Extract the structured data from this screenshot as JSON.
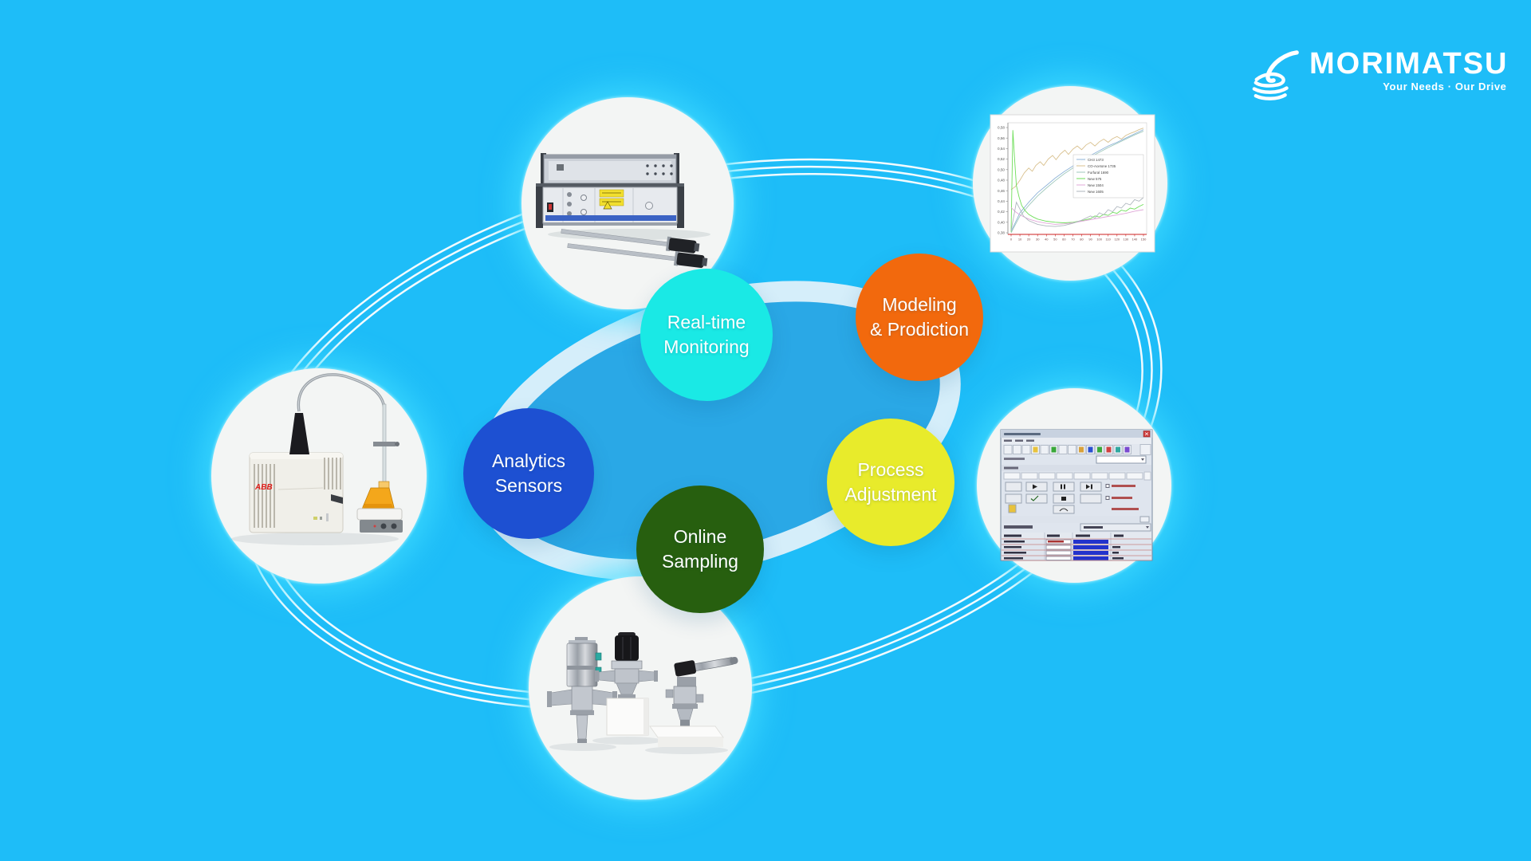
{
  "brand": {
    "name": "MORIMATSU",
    "tagline": "Your Needs · Our Drive"
  },
  "background": {
    "canvas": "#1EBDF8",
    "inner_ellipse": "#2AA8E6",
    "ribbon": "#D5EEFA",
    "orbit_lines": "#FFFFFF",
    "circle_glow": "#40DCFF"
  },
  "nodes": [
    {
      "id": "real-time-monitoring",
      "line1": "Real-time",
      "line2": "Monitoring",
      "color": "#1AE9E5"
    },
    {
      "id": "modeling-prediction",
      "line1": "Modeling",
      "line2": "& Prodiction",
      "color": "#F2690D"
    },
    {
      "id": "analytics-sensors",
      "line1": "Analytics",
      "line2": "Sensors",
      "color": "#1D50D2"
    },
    {
      "id": "process-adjustment",
      "line1": "Process",
      "line2": "Adjustment",
      "color": "#E8EB2B"
    },
    {
      "id": "online-sampling",
      "line1": "Online",
      "line2": "Sampling",
      "color": "#275F0F"
    }
  ],
  "left_instrument": {
    "logo": "ABB"
  },
  "chart_data": {
    "type": "line",
    "title": "",
    "xlabel": "",
    "ylabel": "",
    "xlim": [
      0,
      150
    ],
    "ylim": [
      0.38,
      0.58
    ],
    "x_tick_step": 10,
    "y_tick_step": 0.02,
    "grid": false,
    "legend_position": "center-right",
    "axis_color_x": "#CC2222",
    "series": [
      {
        "name": "CH3 1473",
        "color": "#8FB4D8",
        "points": [
          [
            0,
            0.383
          ],
          [
            5,
            0.4
          ],
          [
            10,
            0.418
          ],
          [
            20,
            0.438
          ],
          [
            30,
            0.456
          ],
          [
            40,
            0.47
          ],
          [
            50,
            0.484
          ],
          [
            60,
            0.496
          ],
          [
            70,
            0.507
          ],
          [
            80,
            0.517
          ],
          [
            90,
            0.527
          ],
          [
            100,
            0.536
          ],
          [
            110,
            0.545
          ],
          [
            120,
            0.552
          ],
          [
            130,
            0.56
          ],
          [
            140,
            0.568
          ],
          [
            150,
            0.576
          ]
        ]
      },
      {
        "name": "CO-Acetone 1735",
        "color": "#D9C18F",
        "points": [
          [
            0,
            0.462
          ],
          [
            5,
            0.468
          ],
          [
            10,
            0.48
          ],
          [
            15,
            0.494
          ],
          [
            20,
            0.503
          ],
          [
            24,
            0.497
          ],
          [
            28,
            0.508
          ],
          [
            33,
            0.515
          ],
          [
            37,
            0.508
          ],
          [
            42,
            0.52
          ],
          [
            47,
            0.527
          ],
          [
            51,
            0.519
          ],
          [
            56,
            0.53
          ],
          [
            61,
            0.537
          ],
          [
            65,
            0.529
          ],
          [
            70,
            0.539
          ],
          [
            75,
            0.545
          ],
          [
            80,
            0.538
          ],
          [
            85,
            0.547
          ],
          [
            90,
            0.552
          ],
          [
            95,
            0.545
          ],
          [
            100,
            0.553
          ],
          [
            105,
            0.558
          ],
          [
            110,
            0.552
          ],
          [
            115,
            0.559
          ],
          [
            120,
            0.563
          ],
          [
            125,
            0.558
          ],
          [
            130,
            0.565
          ],
          [
            135,
            0.569
          ],
          [
            140,
            0.572
          ],
          [
            145,
            0.576
          ],
          [
            150,
            0.579
          ]
        ]
      },
      {
        "name": "Furfural 1690",
        "color": "#9FC8BC",
        "points": [
          [
            0,
            0.38
          ],
          [
            5,
            0.396
          ],
          [
            10,
            0.412
          ],
          [
            20,
            0.432
          ],
          [
            30,
            0.45
          ],
          [
            40,
            0.465
          ],
          [
            50,
            0.479
          ],
          [
            60,
            0.492
          ],
          [
            70,
            0.503
          ],
          [
            80,
            0.514
          ],
          [
            90,
            0.524
          ],
          [
            100,
            0.533
          ],
          [
            110,
            0.542
          ],
          [
            120,
            0.55
          ],
          [
            130,
            0.558
          ],
          [
            140,
            0.566
          ],
          [
            150,
            0.573
          ]
        ]
      },
      {
        "name": "New 575",
        "color": "#6FDE5A",
        "points": [
          [
            0,
            0.382
          ],
          [
            2,
            0.575
          ],
          [
            4,
            0.52
          ],
          [
            6,
            0.47
          ],
          [
            9,
            0.448
          ],
          [
            12,
            0.432
          ],
          [
            16,
            0.422
          ],
          [
            20,
            0.415
          ],
          [
            25,
            0.41
          ],
          [
            30,
            0.406
          ],
          [
            40,
            0.402
          ],
          [
            50,
            0.4
          ],
          [
            60,
            0.399
          ],
          [
            70,
            0.4
          ],
          [
            80,
            0.403
          ],
          [
            90,
            0.407
          ],
          [
            95,
            0.412
          ],
          [
            100,
            0.41
          ],
          [
            105,
            0.415
          ],
          [
            110,
            0.413
          ],
          [
            115,
            0.419
          ],
          [
            120,
            0.417
          ],
          [
            125,
            0.423
          ],
          [
            130,
            0.421
          ],
          [
            135,
            0.427
          ],
          [
            140,
            0.425
          ],
          [
            145,
            0.43
          ],
          [
            150,
            0.434
          ]
        ]
      },
      {
        "name": "New 1504",
        "color": "#E0A8D8",
        "points": [
          [
            0,
            0.428
          ],
          [
            5,
            0.42
          ],
          [
            10,
            0.414
          ],
          [
            20,
            0.406
          ],
          [
            30,
            0.401
          ],
          [
            40,
            0.398
          ],
          [
            50,
            0.396
          ],
          [
            60,
            0.397
          ],
          [
            70,
            0.399
          ],
          [
            80,
            0.402
          ],
          [
            90,
            0.405
          ],
          [
            100,
            0.408
          ],
          [
            110,
            0.411
          ],
          [
            120,
            0.414
          ],
          [
            130,
            0.417
          ],
          [
            140,
            0.421
          ],
          [
            150,
            0.424
          ]
        ]
      },
      {
        "name": "New 1605",
        "color": "#AEB6BE",
        "points": [
          [
            0,
            0.384
          ],
          [
            6,
            0.438
          ],
          [
            10,
            0.425
          ],
          [
            14,
            0.412
          ],
          [
            20,
            0.403
          ],
          [
            30,
            0.396
          ],
          [
            40,
            0.393
          ],
          [
            50,
            0.392
          ],
          [
            60,
            0.394
          ],
          [
            70,
            0.398
          ],
          [
            80,
            0.404
          ],
          [
            90,
            0.412
          ],
          [
            95,
            0.408
          ],
          [
            100,
            0.418
          ],
          [
            105,
            0.414
          ],
          [
            110,
            0.424
          ],
          [
            115,
            0.42
          ],
          [
            120,
            0.43
          ],
          [
            125,
            0.427
          ],
          [
            130,
            0.436
          ],
          [
            135,
            0.433
          ],
          [
            140,
            0.443
          ],
          [
            145,
            0.44
          ],
          [
            150,
            0.447
          ]
        ]
      }
    ]
  }
}
